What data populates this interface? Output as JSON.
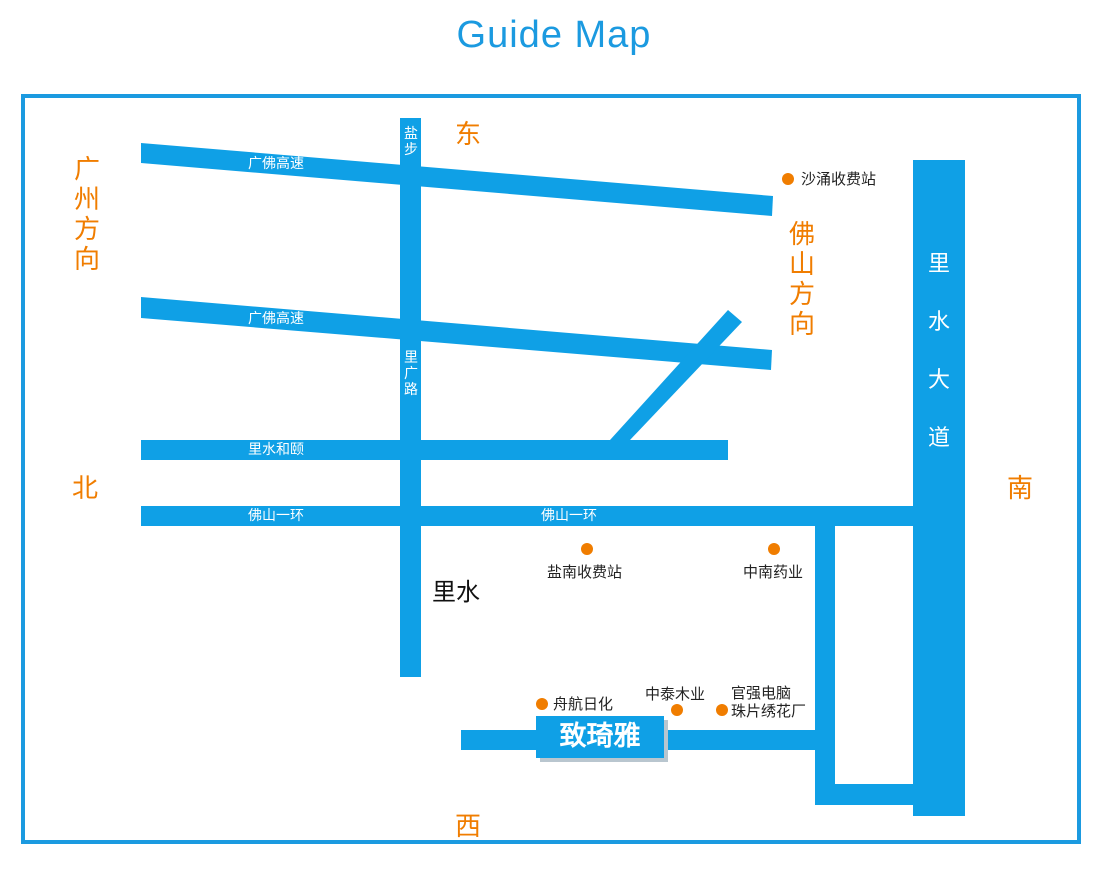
{
  "title": "Guide Map",
  "directions": {
    "east": "东",
    "west": "西",
    "south": "南",
    "north": "北",
    "guangzhou": "广州方向",
    "foshan": "佛山方向"
  },
  "roads": {
    "guangfo_upper": "广佛高速",
    "guangfo_lower": "广佛高速",
    "lishui_heyi": "里水和颐",
    "foshan_ring_left": "佛山一环",
    "foshan_ring_right": "佛山一环",
    "yanbu": "盐步",
    "liguang_road": "里广路",
    "lishui_avenue": "里水大道"
  },
  "places": {
    "shachong_toll": "沙涌收费站",
    "yannan_toll": "盐南收费站",
    "zhongnan_pharma": "中南药业",
    "lishui_area": "里水",
    "zhouhang": "舟航日化",
    "zhongtai": "中泰木业",
    "guanqiang_line1": "官强电脑",
    "guanqiang_line2": "珠片绣花厂",
    "brand": "致琦雅"
  },
  "colors": {
    "road": "#0fa0e6",
    "frame": "#1b9ae0",
    "direction_text": "#f07d00",
    "poi_marker": "#f07d00"
  }
}
